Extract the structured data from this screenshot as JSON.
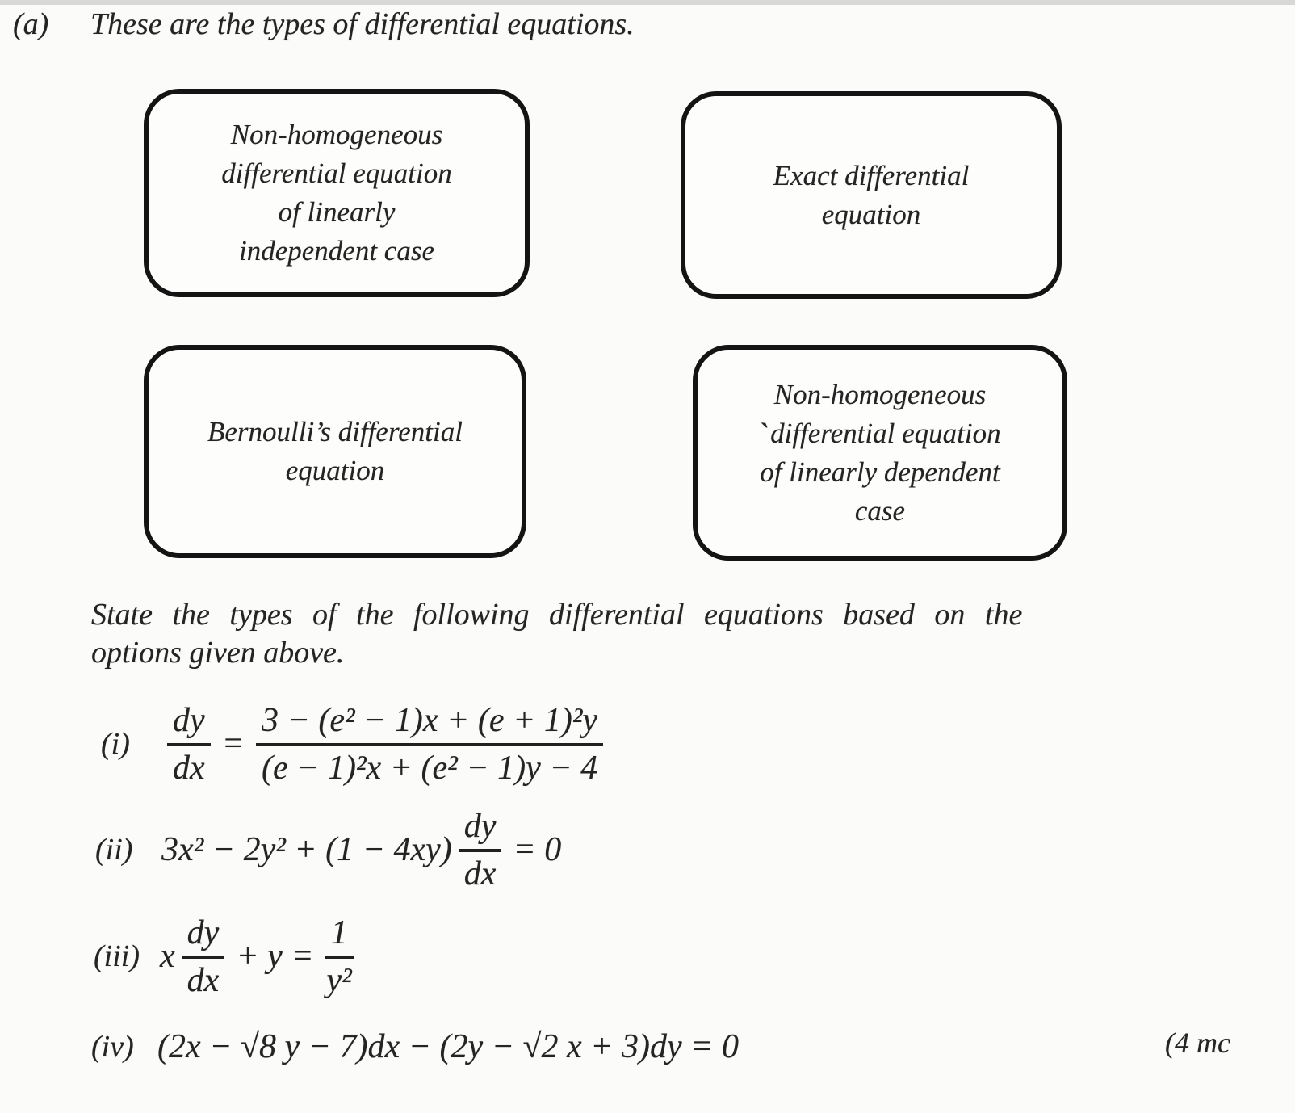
{
  "header": {
    "part_label": "(a)",
    "intro": "These are the types of differential equations."
  },
  "option_boxes": [
    {
      "lines": [
        "Non-homogeneous",
        "differential equation",
        "of linearly",
        "independent case"
      ]
    },
    {
      "lines": [
        "Exact differential",
        "equation"
      ]
    },
    {
      "lines": [
        "Bernoulli’s differential",
        "equation"
      ]
    },
    {
      "lines": [
        "Non-homogeneous",
        "differential equation",
        "of linearly dependent",
        "case"
      ],
      "stray_mark": "`"
    }
  ],
  "instruction": {
    "line1": "State the types of the following differential equations based on the",
    "line2": "options given above."
  },
  "questions": [
    {
      "label": "(i)",
      "lhs": {
        "num": "dy",
        "den": "dx"
      },
      "equals": "=",
      "rhs": {
        "num": "3 − (e² − 1)x + (e + 1)²y",
        "den": "(e − 1)²x + (e² − 1)y − 4"
      }
    },
    {
      "label": "(ii)",
      "pre": "3x² − 2y² + (1 − 4xy)",
      "frac": {
        "num": "dy",
        "den": "dx"
      },
      "post": "= 0"
    },
    {
      "label": "(iii)",
      "pre": "x",
      "frac1": {
        "num": "dy",
        "den": "dx"
      },
      "mid": "+ y =",
      "frac2": {
        "num": "1",
        "den": "y²"
      }
    },
    {
      "label": "(iv)",
      "text": "(2x − √8 y − 7)dx − (2y − √2 x + 3)dy = 0"
    }
  ],
  "marks_note": "(4 mc"
}
